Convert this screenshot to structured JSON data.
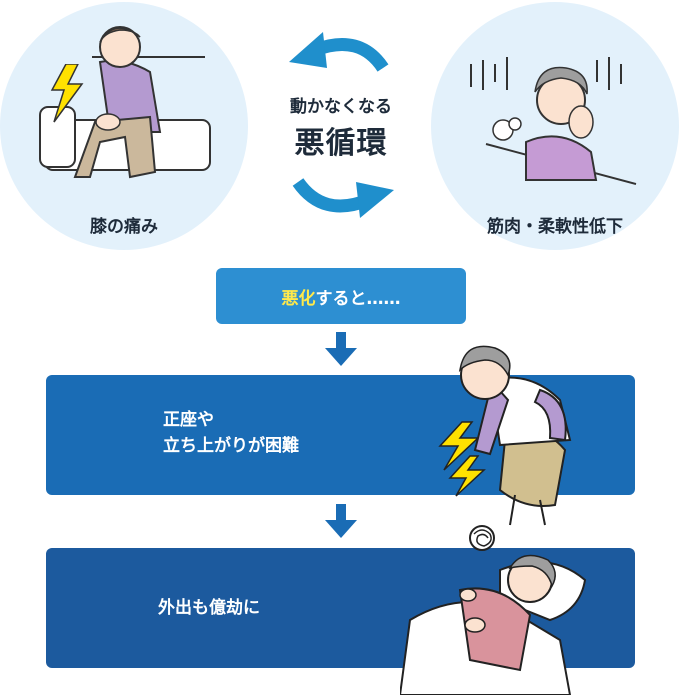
{
  "cycle": {
    "subtitle": "動かなくなる",
    "title": "悪循環"
  },
  "left_circle": {
    "label": "膝の痛み"
  },
  "right_circle": {
    "label": "筋肉・柔軟性低下"
  },
  "worsen_box": {
    "highlight": "悪化",
    "rest": "すると……"
  },
  "steps": [
    {
      "line1": "正座や",
      "line2": "立ち上がりが困難"
    },
    {
      "line1": "外出も億劫に"
    }
  ],
  "colors": {
    "circle_bg": "#e3f1fb",
    "cycle_arrow": "#1f8fcc",
    "label_box": "#2d8fd2",
    "band1": "#1a6cb5",
    "band2": "#1c5a9e",
    "highlight": "#ffe94a",
    "lightning": "#ffe100"
  }
}
